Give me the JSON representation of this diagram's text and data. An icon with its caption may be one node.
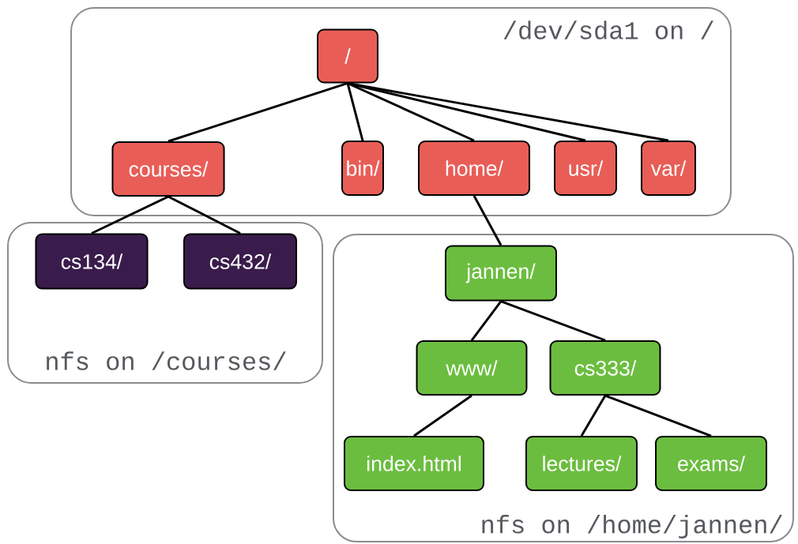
{
  "diagram": {
    "nodes": [
      {
        "text": [
          "/dev/sda1 on /"
        ]
      },
      {
        "text": [
          "/"
        ],
        "in": 0
      },
      {
        "text": [
          "courses/"
        ],
        "in": 0
      },
      {
        "text": [
          "bin/"
        ],
        "in": 0
      },
      {
        "text": [
          "home/"
        ],
        "in": 0
      },
      {
        "text": [
          "usr/"
        ],
        "in": 0
      },
      {
        "text": [
          "var/"
        ],
        "in": 0
      },
      {
        "text": [
          "nfs on /courses/"
        ]
      },
      {
        "text": [
          "cs134/"
        ],
        "in": 7
      },
      {
        "text": [
          "cs432/"
        ],
        "in": 7
      },
      {
        "text": [
          "nfs on /home/jannen/"
        ]
      },
      {
        "text": [
          "jannen/"
        ],
        "in": 10
      },
      {
        "text": [
          "www/"
        ],
        "in": 10
      },
      {
        "text": [
          "cs333/"
        ],
        "in": 10
      },
      {
        "text": [
          "index.html"
        ],
        "in": 10
      },
      {
        "text": [
          "lectures/"
        ],
        "in": 10
      },
      {
        "text": [
          "exams/"
        ],
        "in": 10
      }
    ],
    "edges": [
      {
        "from": 1,
        "to": 2,
        "arrow": "none"
      },
      {
        "from": 1,
        "to": 3,
        "arrow": "none"
      },
      {
        "from": 1,
        "to": 4,
        "arrow": "none"
      },
      {
        "from": 1,
        "to": 5,
        "arrow": "none"
      },
      {
        "from": 1,
        "to": 6,
        "arrow": "none"
      },
      {
        "from": 2,
        "to": 8,
        "arrow": "none"
      },
      {
        "from": 2,
        "to": 9,
        "arrow": "none"
      },
      {
        "from": 4,
        "to": 11,
        "arrow": "none"
      },
      {
        "from": 11,
        "to": 12,
        "arrow": "none"
      },
      {
        "from": 11,
        "to": 13,
        "arrow": "none"
      },
      {
        "from": 12,
        "to": 14,
        "arrow": "none"
      },
      {
        "from": 13,
        "to": 15,
        "arrow": "none"
      },
      {
        "from": 13,
        "to": 16,
        "arrow": "none"
      }
    ]
  }
}
